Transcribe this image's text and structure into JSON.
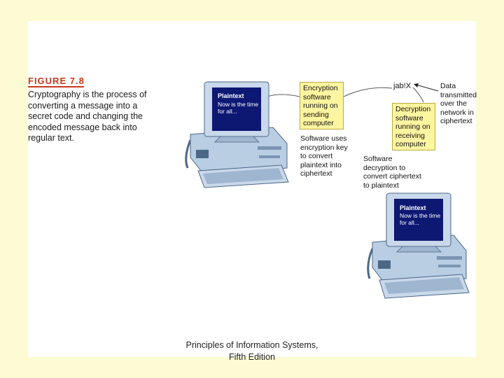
{
  "figure": {
    "label": "FIGURE 7.8",
    "caption": "Cryptography is the process of converting a message into a secret code and changing the encoded message back into regular text."
  },
  "sender_screen": {
    "title": "Plaintext",
    "line1": "Now is the time",
    "line2": "for all..."
  },
  "receiver_screen": {
    "title": "Plaintext",
    "line1": "Now is the time",
    "line2": "for all..."
  },
  "encryption_box": {
    "lines": [
      "Encryption",
      "software",
      "running on",
      "sending",
      "computer"
    ]
  },
  "decryption_box": {
    "lines": [
      "Decryption",
      "software",
      "running on",
      "receiving",
      "computer"
    ]
  },
  "encrypt_note": {
    "lines": [
      "Software uses",
      "encryption key",
      "to convert",
      "plaintext into",
      "ciphertext"
    ]
  },
  "decrypt_note": {
    "lines": [
      "Software",
      "decryption to",
      "convert ciphertext",
      "to plaintext"
    ]
  },
  "transmit_note": {
    "lines": [
      "Data",
      "transmitted",
      "over the",
      "network in",
      "ciphertext"
    ]
  },
  "ciphertext_sample": "jab!X",
  "footer": {
    "line1": "Principles of Information Systems,",
    "line2": "Fifth Edition"
  },
  "colors": {
    "screen": "#0d1873",
    "box_fill": "#fdf5a0",
    "computer_body": "#b9cde3",
    "accent": "#c8381e"
  }
}
